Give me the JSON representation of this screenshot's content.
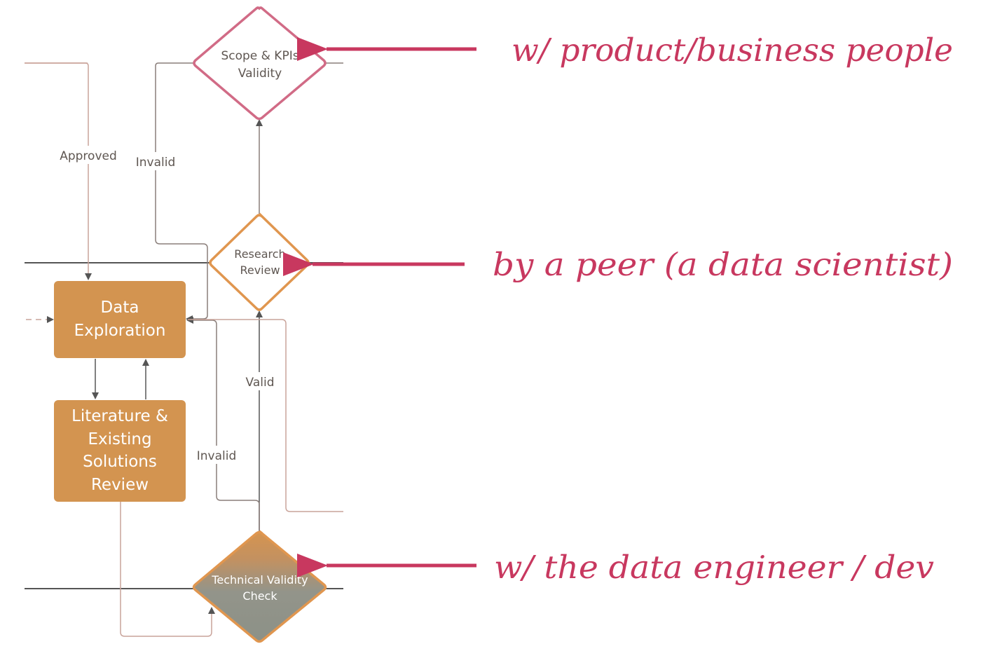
{
  "colors": {
    "box_fill": "#d39450",
    "diamond_scope": "#d16b86",
    "diamond_orange": "#e0964f",
    "tech_fill_bottom": "#8f9489",
    "annotation": "#c8385f",
    "line": "#8a7e7a",
    "line_dark": "#555555",
    "line_pink": "#c9a39a"
  },
  "nodes": {
    "scope": {
      "line1": "Scope & KPIs",
      "line2": "Validity"
    },
    "research": {
      "line1": "Research",
      "line2": "Review"
    },
    "exploration": {
      "line1": "Data",
      "line2": "Exploration"
    },
    "literature": {
      "line1": "Literature &",
      "line2": "Existing",
      "line3": "Solutions",
      "line4": "Review"
    },
    "technical": {
      "line1": "Technical Validity",
      "line2": "Check"
    }
  },
  "edge_labels": {
    "approved": "Approved",
    "invalid_top": "Invalid",
    "valid": "Valid",
    "invalid_bottom": "Invalid"
  },
  "annotations": {
    "scope": "w/ product/business people",
    "research": "by a peer (a data scientist)",
    "technical": "w/ the data engineer / dev"
  }
}
